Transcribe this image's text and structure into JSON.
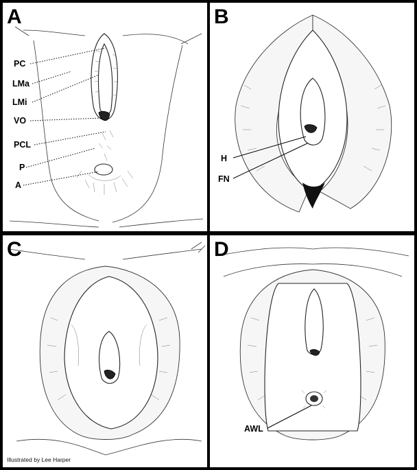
{
  "panels": [
    {
      "letter": "A",
      "labels": {
        "pc": "PC",
        "lma": "LMa",
        "lmi": "LMi",
        "vo": "VO",
        "pcl": "PCL",
        "p": "P",
        "a": "A"
      }
    },
    {
      "letter": "B",
      "labels": {
        "h": "H",
        "fn": "FN"
      }
    },
    {
      "letter": "C",
      "credit": "Illustrated by Lee Harper"
    },
    {
      "letter": "D",
      "labels": {
        "awl": "AWL"
      }
    }
  ]
}
